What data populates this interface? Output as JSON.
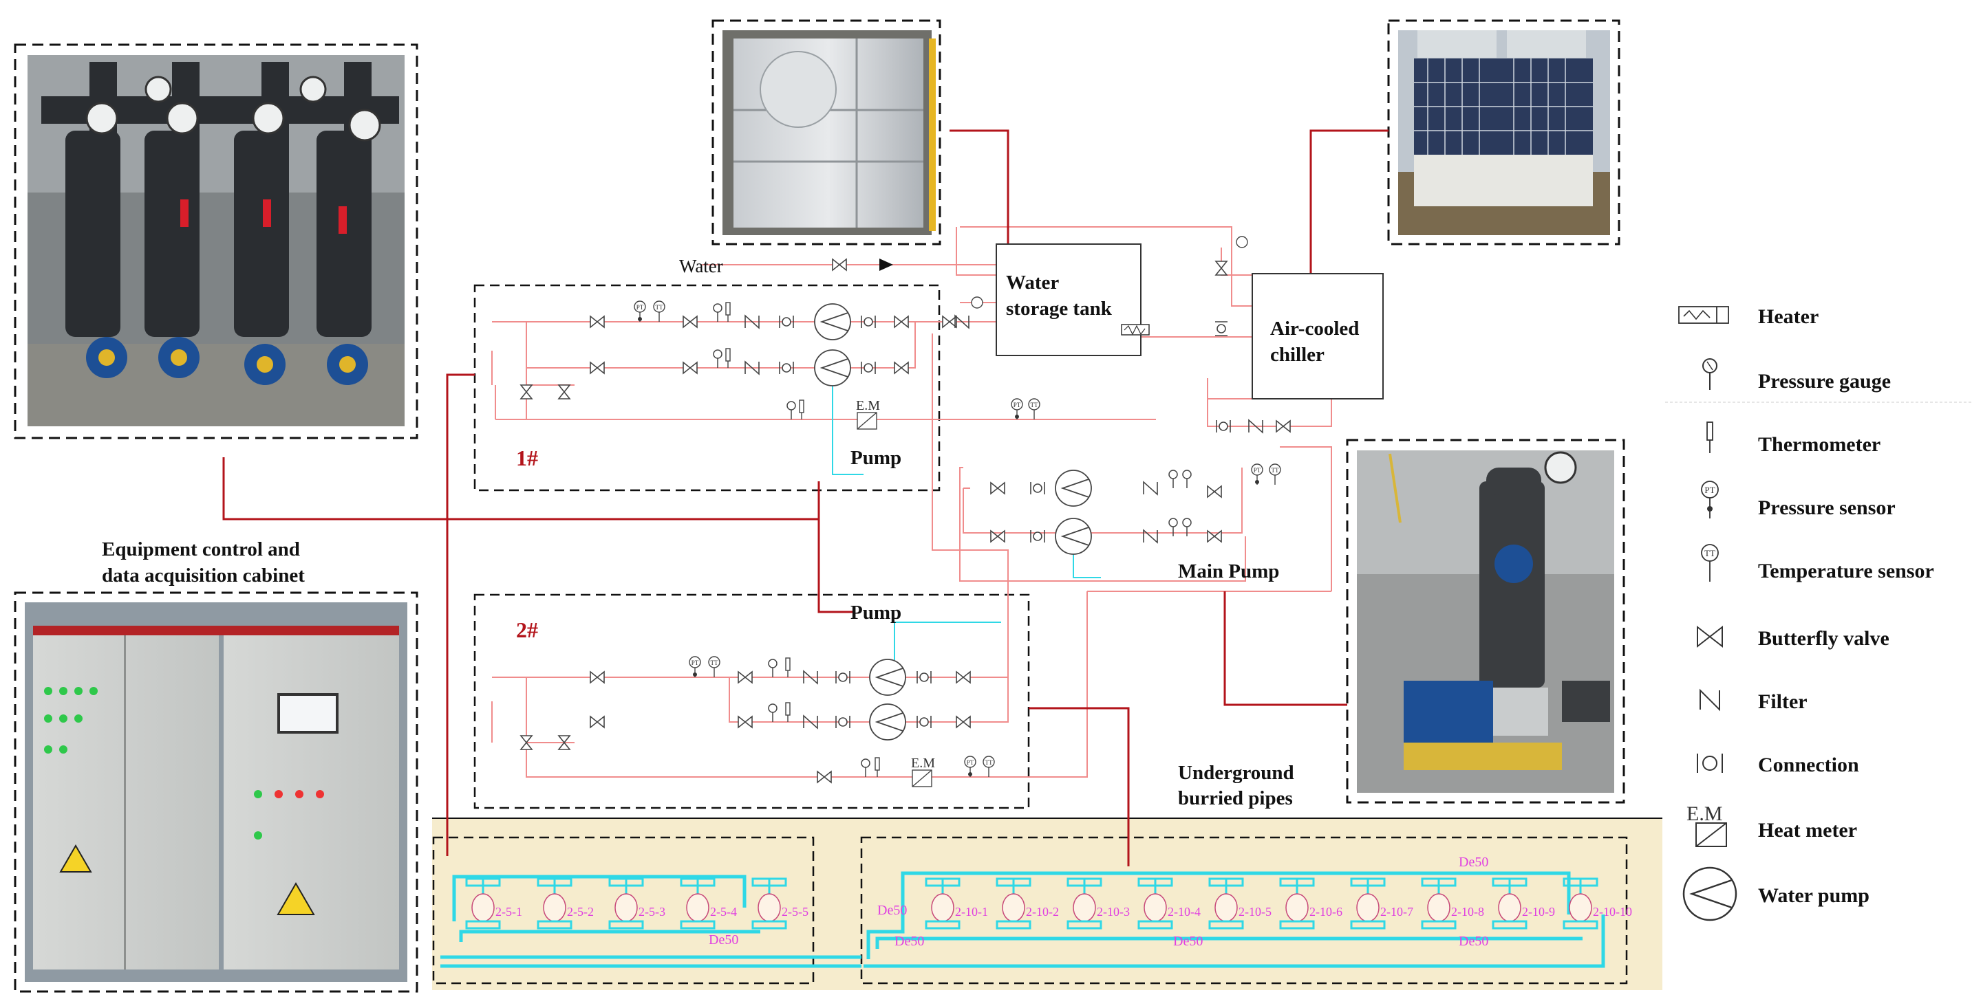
{
  "colors": {
    "pipe_red": "#f08c8c",
    "pipe_pink": "#f4a0a0",
    "line_dark_red": "#b3141b",
    "cyan": "#2fd8e6",
    "underground_bg": "#f6eccd",
    "label_magenta": "#e040e0",
    "photo_gray": "#8e9091"
  },
  "labels": {
    "water": "Water",
    "water_storage_tank_1": "Water",
    "water_storage_tank_2": "storage tank",
    "air_cooled_1": "Air-cooled",
    "air_cooled_2": "chiller",
    "group1": "1#",
    "group2": "2#",
    "pump1": "Pump",
    "pump2": "Pump",
    "main_pump": "Main Pump",
    "underground_1": "Underground",
    "underground_2": "burried pipes",
    "cabinet_1": "Equipment control and",
    "cabinet_2": "data acquisition cabinet"
  },
  "legend": [
    {
      "icon": "heater-icon",
      "label": "Heater"
    },
    {
      "icon": "pressure-gauge-icon",
      "label": "Pressure gauge"
    },
    {
      "icon": "thermometer-icon",
      "label": "Thermometer"
    },
    {
      "icon": "pressure-sensor-icon",
      "label": "Pressure sensor",
      "text": "PT"
    },
    {
      "icon": "temperature-sensor-icon",
      "label": "Temperature sensor",
      "text": "TT"
    },
    {
      "icon": "butterfly-valve-icon",
      "label": "Butterfly valve"
    },
    {
      "icon": "filter-icon",
      "label": "Filter"
    },
    {
      "icon": "connection-icon",
      "label": "Connection"
    },
    {
      "icon": "heat-meter-icon",
      "label": "Heat meter",
      "text": "E.M"
    },
    {
      "icon": "water-pump-icon",
      "label": "Water pump"
    }
  ],
  "sensor_text": {
    "pt": "PT",
    "tt": "TT",
    "em": "E.M"
  },
  "boreholes_left": [
    "2-5-1",
    "2-5-2",
    "2-5-3",
    "2-5-4",
    "2-5-5"
  ],
  "boreholes_right": [
    "2-10-1",
    "2-10-2",
    "2-10-3",
    "2-10-4",
    "2-10-5",
    "2-10-6",
    "2-10-7",
    "2-10-8",
    "2-10-9",
    "2-10-10"
  ],
  "pipe_sizes": {
    "de50": "De50"
  }
}
